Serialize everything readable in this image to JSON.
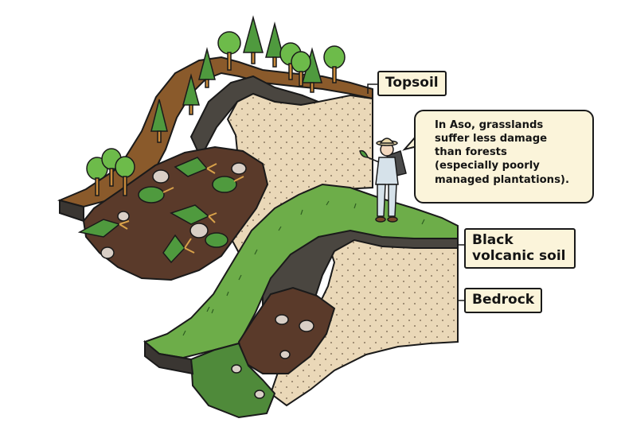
{
  "labels": {
    "topsoil": "Topsoil",
    "black_volcanic_soil_line1": "Black",
    "black_volcanic_soil_line2": "volcanic soil",
    "bedrock": "Bedrock"
  },
  "callout": {
    "lines": [
      "In Aso, grasslands",
      "suffer less damage",
      "than forests",
      "(especially poorly",
      "managed plantations)."
    ]
  },
  "colors": {
    "topsoil": "#8a5a2b",
    "black_soil": "#4a4640",
    "bedrock": "#ead8b8",
    "grass": "#6dad49",
    "landslide_debris": "#5a3a2a",
    "label_bg": "#fbf4da"
  },
  "icons": [
    "forest-hill",
    "grass-hill",
    "hiker",
    "speech-bubble"
  ]
}
